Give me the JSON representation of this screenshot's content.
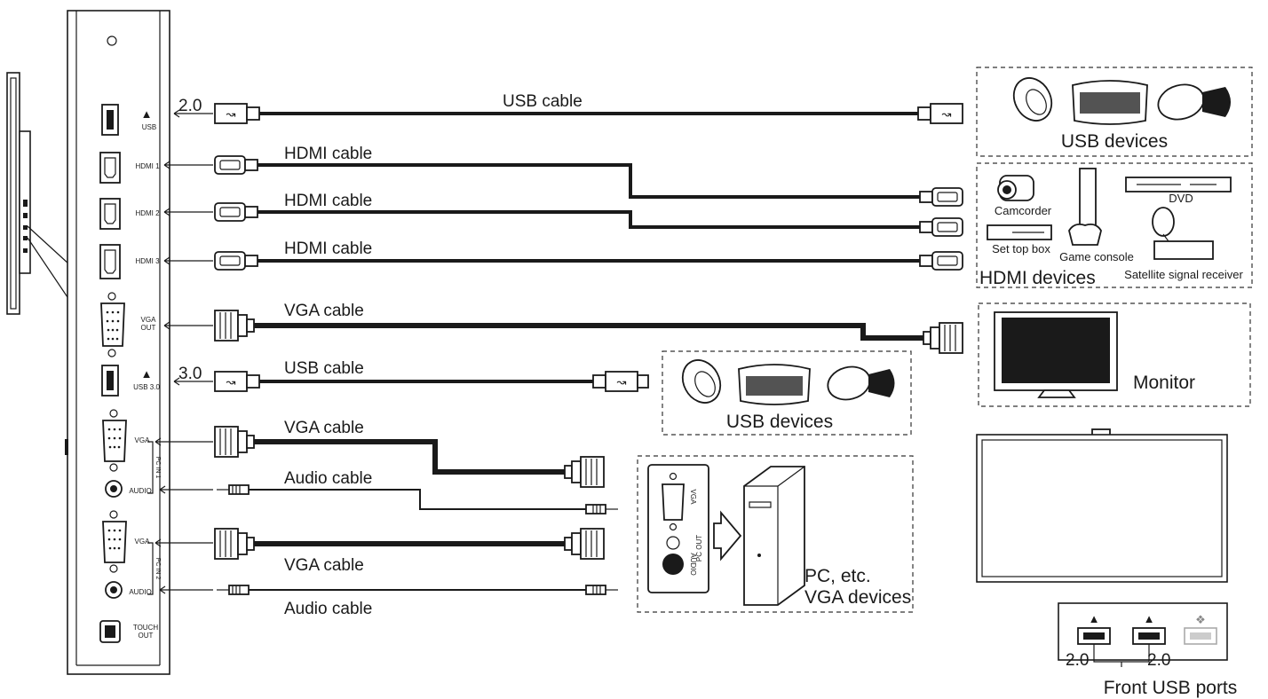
{
  "panel_ports": {
    "usb": "USB",
    "hdmi1": "HDMI 1",
    "hdmi2": "HDMI 2",
    "hdmi3": "HDMI 3",
    "vga_out_1": "VGA",
    "vga_out_2": "OUT",
    "usb30": "USB 3.0",
    "pc_vga_1": "VGA",
    "pc_audio_1": "AUDIO",
    "pc_in_1": "PC IN 1",
    "pc_vga_2": "VGA",
    "pc_audio_2": "AUDIO",
    "pc_in_2": "PC IN 2",
    "touch_out_1": "TOUCH",
    "touch_out_2": "OUT"
  },
  "cables": {
    "usb_top_version": "2.0",
    "usb_top": "USB  cable",
    "hdmi1": "HDMI  cable",
    "hdmi2": "HDMI  cable",
    "hdmi3": "HDMI  cable",
    "vga_out": "VGA  cable",
    "usb30_version": "3.0",
    "usb30": "USB  cable",
    "vga_pc1": "VGA  cable",
    "audio_pc1": "Audio   cable",
    "vga_pc2": "VGA  cable",
    "audio_pc2": "Audio   cable"
  },
  "devices": {
    "usb_devices_top": "USB  devices",
    "camcorder": "Camcorder",
    "dvd": "DVD",
    "set_top_box": "Set top box",
    "game_console": "Game console",
    "satellite": "Satellite signal receiver",
    "hdmi_devices": "HDMI devices",
    "monitor": "Monitor",
    "usb_devices_mid": "USB  devices",
    "pc_vga": "VGA",
    "pc_out": "PC OUT",
    "pc_audio": "AUDIO",
    "pc_label_1": "PC, etc.",
    "pc_label_2": "VGA devices"
  },
  "front": {
    "ver_left": "2.0",
    "ver_right": "2.0",
    "title": "Front  USB  ports"
  }
}
